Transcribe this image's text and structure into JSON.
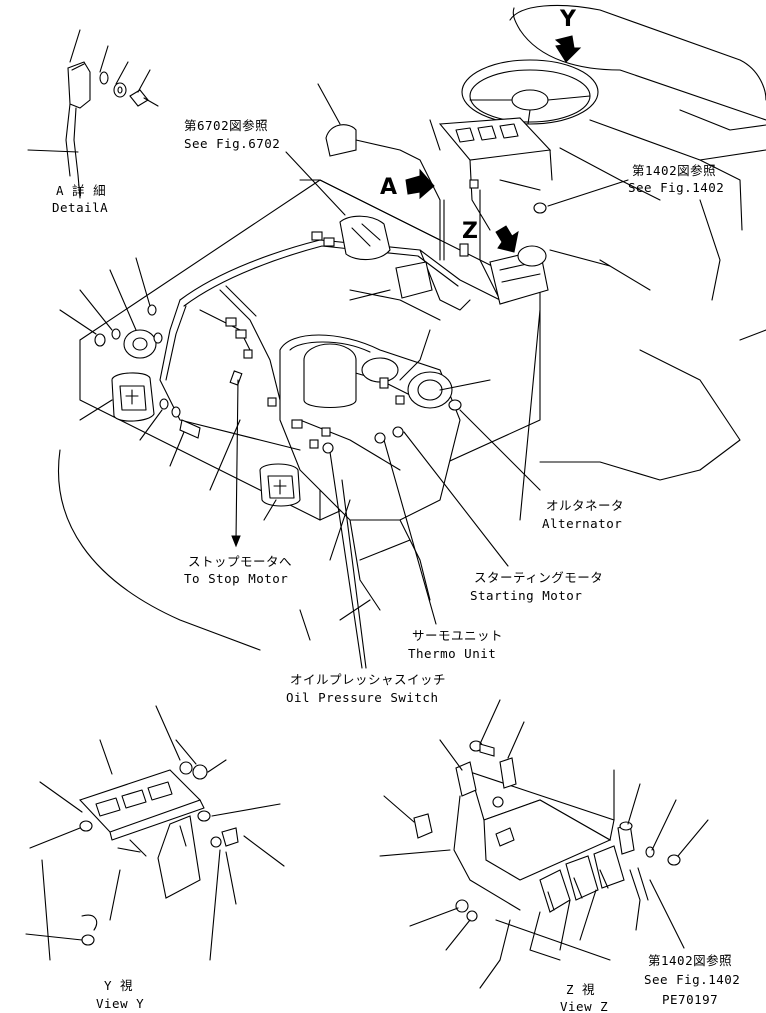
{
  "labels": {
    "detail_a_jp": "A 詳 細",
    "detail_a_en": "DetailA",
    "ref6702_jp": "第6702図参照",
    "ref6702_en": "See Fig.6702",
    "ref1402_top_jp": "第1402図参照",
    "ref1402_top_en": "See Fig.1402",
    "letter_y": "Y",
    "letter_a": "A",
    "letter_z": "Z",
    "alternator_jp": "オルタネータ",
    "alternator_en": "Alternator",
    "stop_motor_jp": "ストップモータへ",
    "stop_motor_en": "To Stop Motor",
    "starting_motor_jp": "スターティングモータ",
    "starting_motor_en": "Starting Motor",
    "thermo_unit_jp": "サーモユニット",
    "thermo_unit_en": "Thermo Unit",
    "oil_pressure_jp": "オイルプレッシャスイッチ",
    "oil_pressure_en": "Oil Pressure Switch",
    "view_y_jp": "Y 視",
    "view_y_en": "View Y",
    "view_z_jp": "Z 視",
    "view_z_en": "View Z",
    "ref1402_bottom_jp": "第1402図参照",
    "ref1402_bottom_en": "See Fig.1402",
    "drawing_code": "PE70197"
  }
}
